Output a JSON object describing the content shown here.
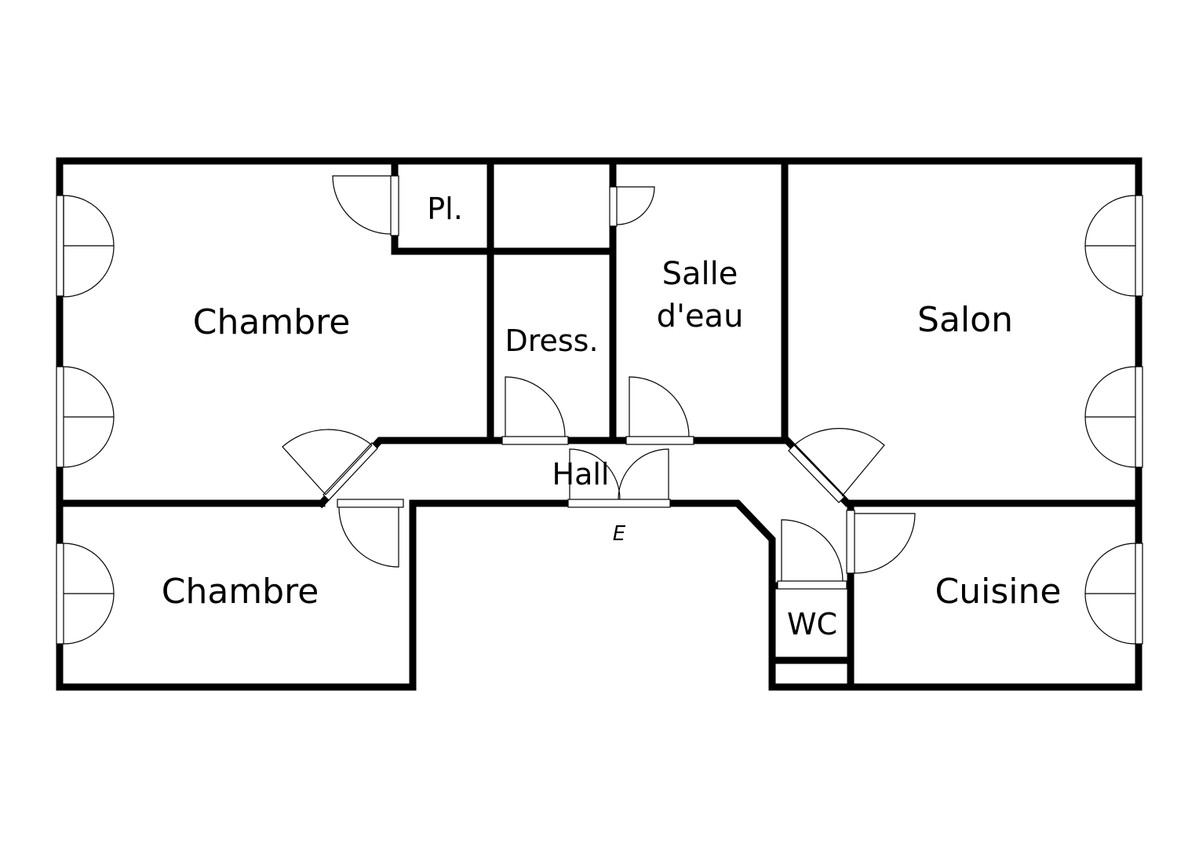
{
  "rooms": {
    "chambre_1": "Chambre",
    "chambre_2": "Chambre",
    "placard": "Pl.",
    "dressing": "Dress.",
    "salle_eau_line1": "Salle",
    "salle_eau_line2": "d'eau",
    "salon": "Salon",
    "hall": "Hall",
    "wc": "WC",
    "cuisine": "Cuisine"
  },
  "entry": {
    "label": "E"
  },
  "colors": {
    "wall": "#000000",
    "background": "#ffffff"
  }
}
